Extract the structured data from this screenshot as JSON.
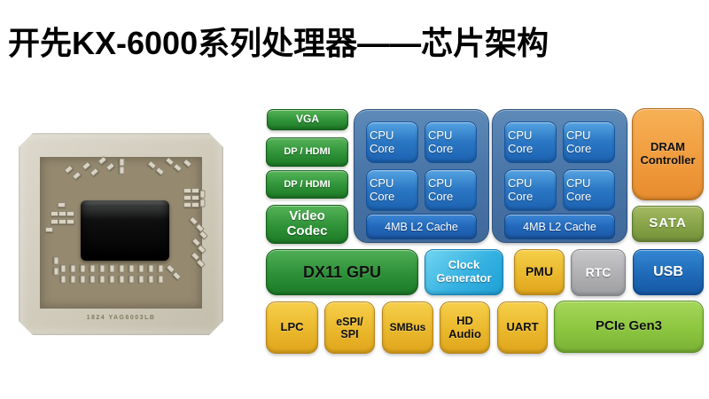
{
  "title": "开先KX-6000系列处理器——芯片架构",
  "chip_photo": {
    "marking": "1824 YAG6003LB"
  },
  "diagram": {
    "display": {
      "vga": "VGA",
      "dp_hdmi_1": "DP / HDMI",
      "dp_hdmi_2": "DP / HDMI",
      "video_codec": "Video Codec"
    },
    "cpu_clusters": [
      {
        "cores": [
          "CPU Core",
          "CPU Core",
          "CPU Core",
          "CPU Core"
        ],
        "cache": "4MB L2 Cache"
      },
      {
        "cores": [
          "CPU Core",
          "CPU Core",
          "CPU Core",
          "CPU Core"
        ],
        "cache": "4MB L2 Cache"
      }
    ],
    "memory_io": {
      "dram_controller": "DRAM Controller",
      "sata": "SATA",
      "usb": "USB",
      "pcie": "PCIe Gen3"
    },
    "system": {
      "gpu": "DX11 GPU",
      "clock_generator": "Clock Generator",
      "pmu": "PMU",
      "rtc": "RTC"
    },
    "peripherals": {
      "lpc": "LPC",
      "espi_spi": "eSPI/ SPI",
      "smbus": "SMBus",
      "hd_audio": "HD Audio",
      "uart": "UART"
    }
  },
  "colors": {
    "green_io": "#2f9238",
    "cluster_blue": "#4a77a8",
    "core_blue": "#2b77c4",
    "cache_blue": "#2268bb",
    "dram_orange": "#f09c3e",
    "sata_olive": "#87a348",
    "clock_cyan": "#35b2e2",
    "pmu_yellow": "#eab82c",
    "rtc_gray": "#b0b0b2",
    "usb_blue": "#1f6ab8",
    "pcie_lime": "#8cc63f",
    "title_text": "#000000"
  }
}
